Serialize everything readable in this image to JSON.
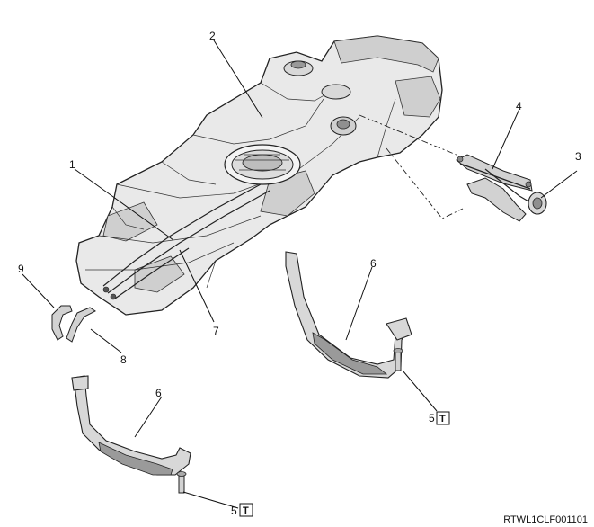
{
  "figure": {
    "id": "RTWL1CLF001101"
  },
  "callouts": [
    {
      "key": "c1",
      "text": "1"
    },
    {
      "key": "c2",
      "text": "2"
    },
    {
      "key": "c3",
      "text": "3"
    },
    {
      "key": "c4",
      "text": "4"
    },
    {
      "key": "c5a",
      "text": "5"
    },
    {
      "key": "c5b",
      "text": "5"
    },
    {
      "key": "c6a",
      "text": "6"
    },
    {
      "key": "c6b",
      "text": "6"
    },
    {
      "key": "c7",
      "text": "7"
    },
    {
      "key": "c8",
      "text": "8"
    },
    {
      "key": "c9",
      "text": "9"
    }
  ],
  "torque_symbol": {
    "glyph": "T",
    "icon": "torque-icon"
  }
}
